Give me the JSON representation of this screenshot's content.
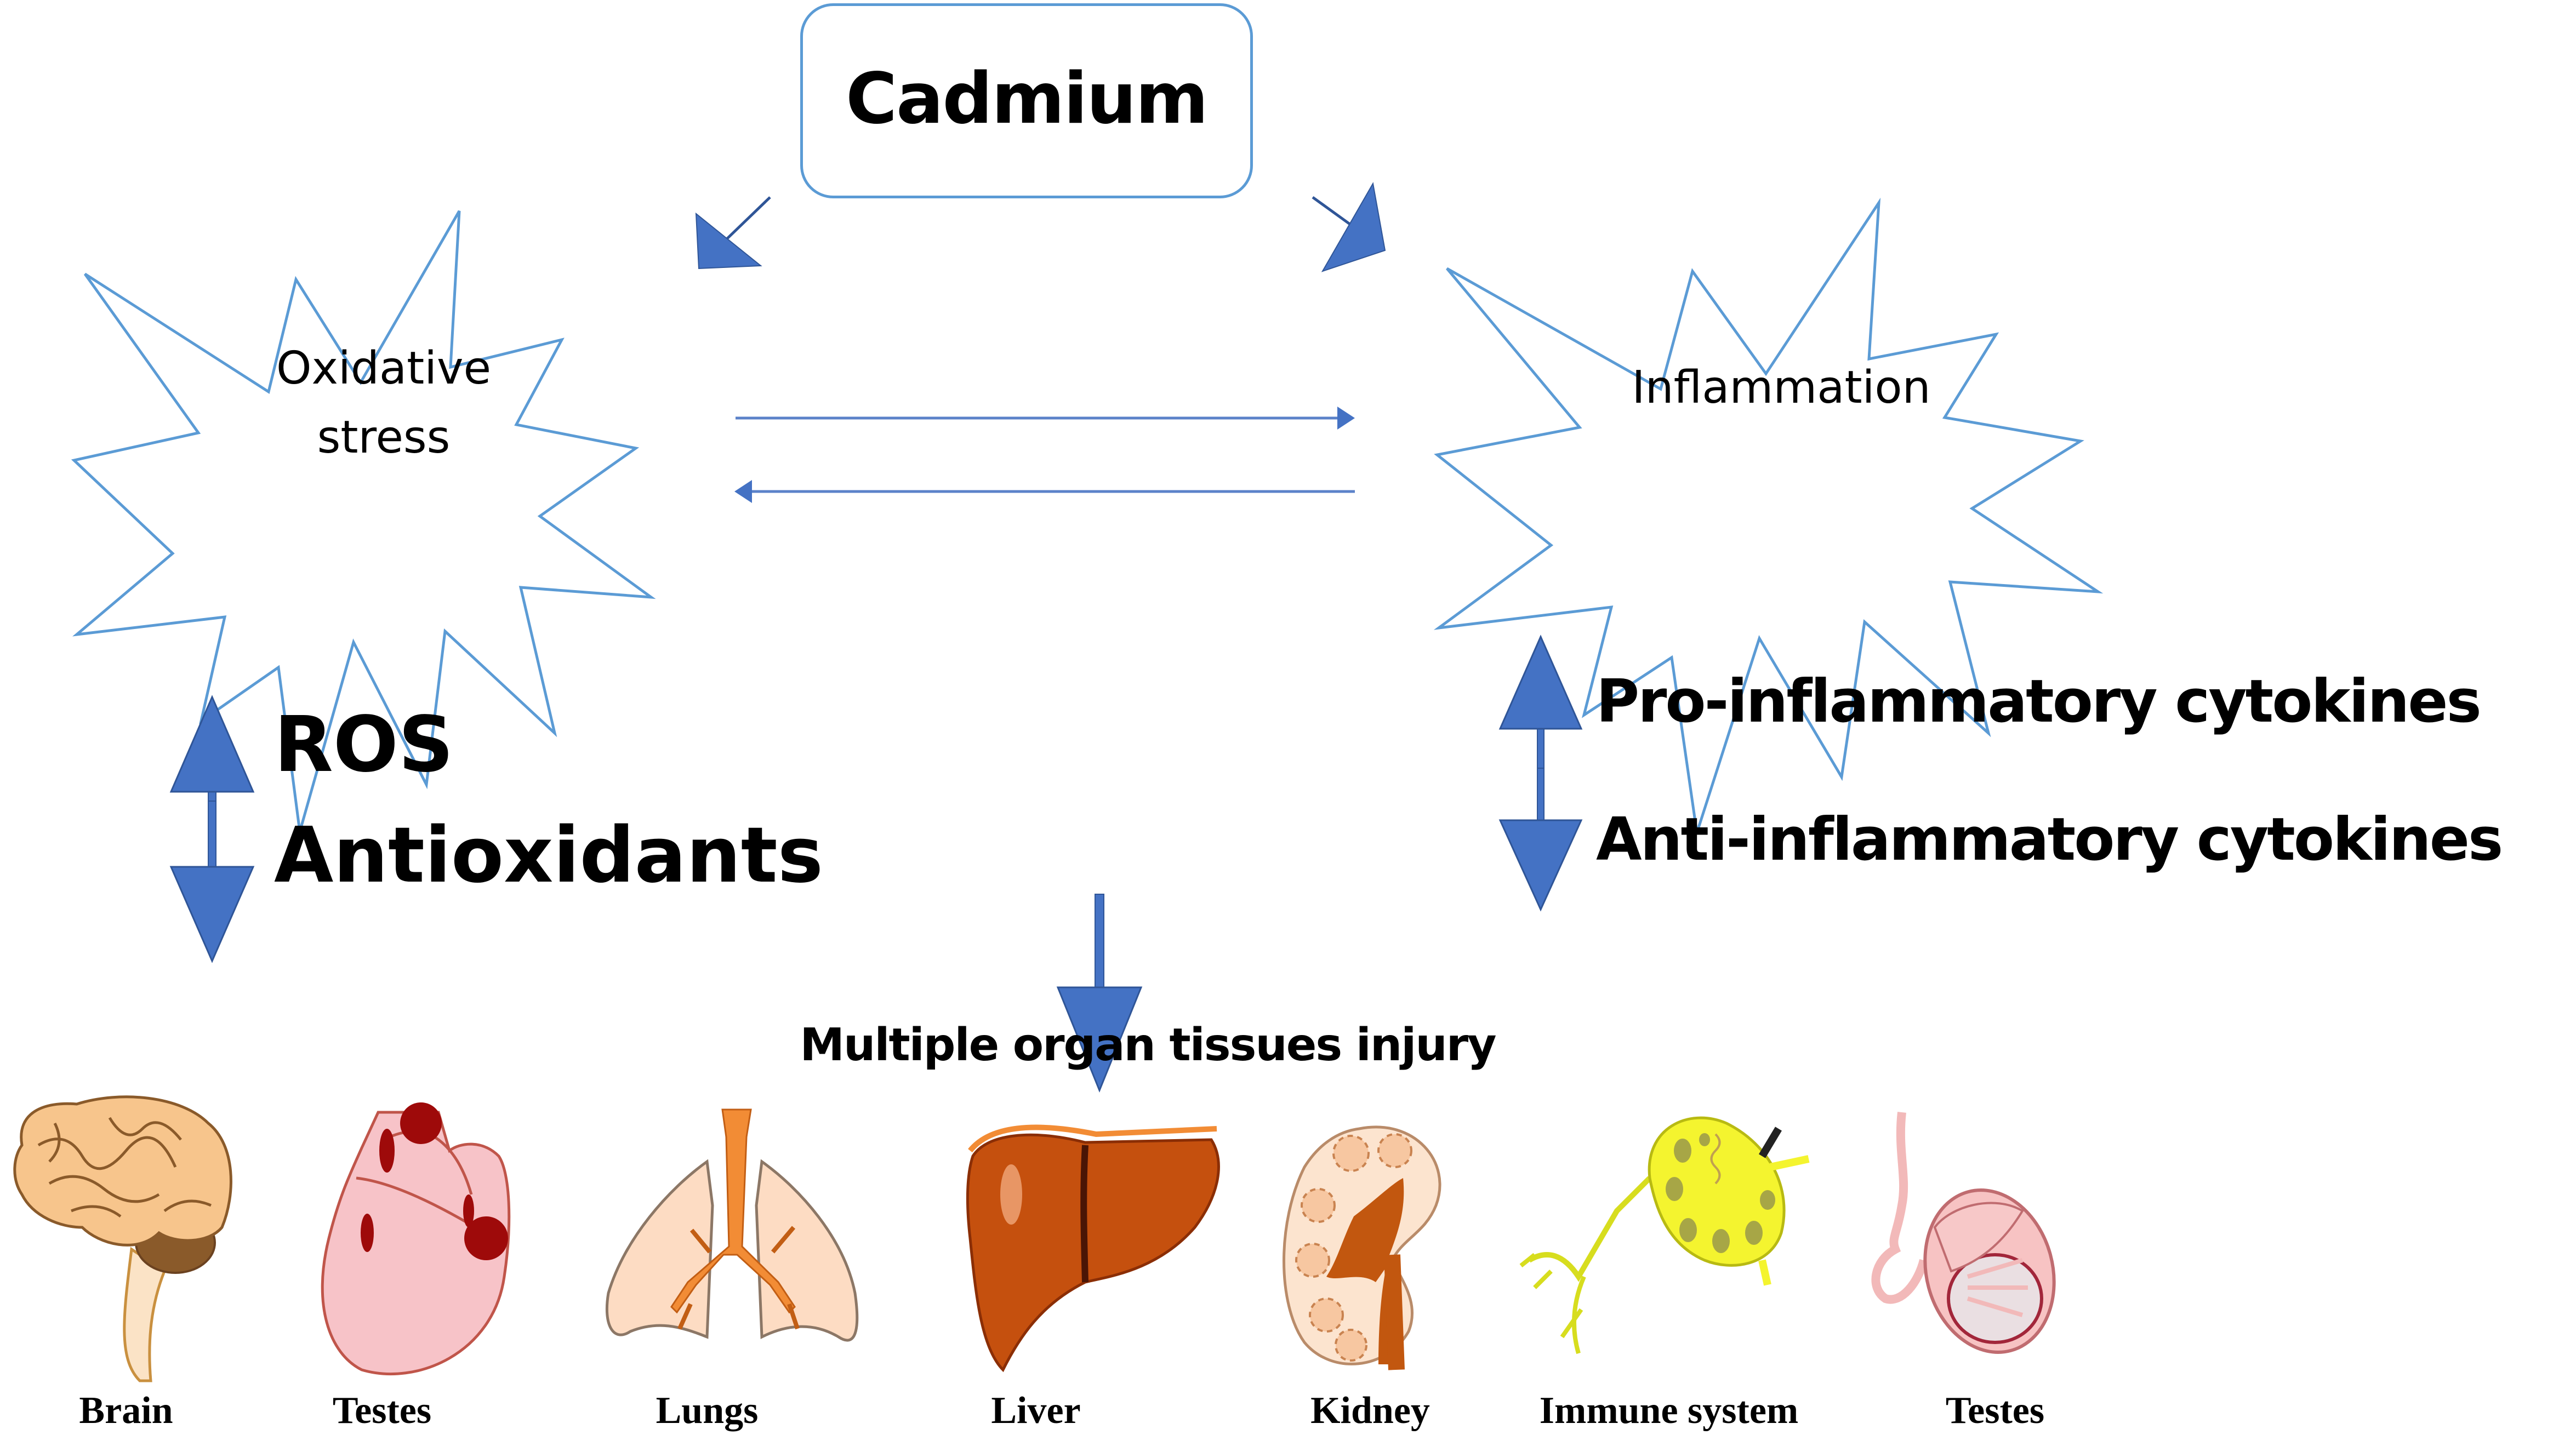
{
  "title": "Cadmium",
  "left_node": {
    "label_line1": "Oxidative",
    "label_line2": "stress",
    "effects": [
      {
        "direction": "up",
        "label": "ROS"
      },
      {
        "direction": "down",
        "label": "Antioxidants"
      }
    ]
  },
  "right_node": {
    "label": "Inflammation",
    "effects": [
      {
        "direction": "up",
        "label": "Pro-inflammatory cytokines"
      },
      {
        "direction": "down",
        "label": "Anti-inflammatory cytokines"
      }
    ]
  },
  "outcome": "Multiple organ tissues injury",
  "organs": [
    {
      "name": "brain",
      "label": "Brain"
    },
    {
      "name": "heart",
      "label": "Testes"
    },
    {
      "name": "lungs",
      "label": "Lungs"
    },
    {
      "name": "liver",
      "label": "Liver"
    },
    {
      "name": "kidney",
      "label": "Kidney"
    },
    {
      "name": "lymph-node",
      "label": "Immune system"
    },
    {
      "name": "testis",
      "label": "Testes"
    }
  ],
  "colors": {
    "outline_blue": "#5b9bd5",
    "arrow_fill": "#4472c4",
    "arrow_stroke": "#2f5597"
  }
}
